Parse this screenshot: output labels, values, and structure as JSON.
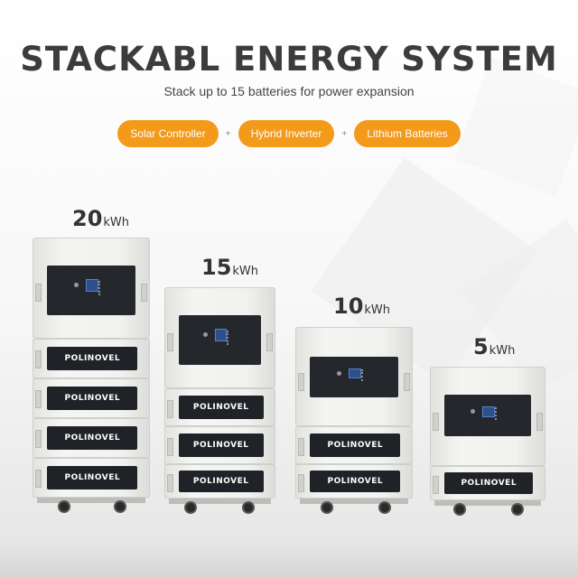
{
  "header": {
    "title": "STACKABL ENERGY SYSTEM",
    "subtitle": "Stack up to 15 batteries for power expansion"
  },
  "components": {
    "items": [
      "Solar Controller",
      "Hybrid Inverter",
      "Lithium Batteries"
    ],
    "separator": "+"
  },
  "systems": [
    {
      "capacity": "20",
      "unit": "kWh",
      "battery_modules": 4
    },
    {
      "capacity": "15",
      "unit": "kWh",
      "battery_modules": 3
    },
    {
      "capacity": "10",
      "unit": "kWh",
      "battery_modules": 2
    },
    {
      "capacity": "5",
      "unit": "kWh",
      "battery_modules": 1
    }
  ],
  "brand": "POLINOVEL",
  "colors": {
    "accent": "#f49a1b",
    "panel": "#24272c",
    "cabinet": "#f1f1ef"
  }
}
